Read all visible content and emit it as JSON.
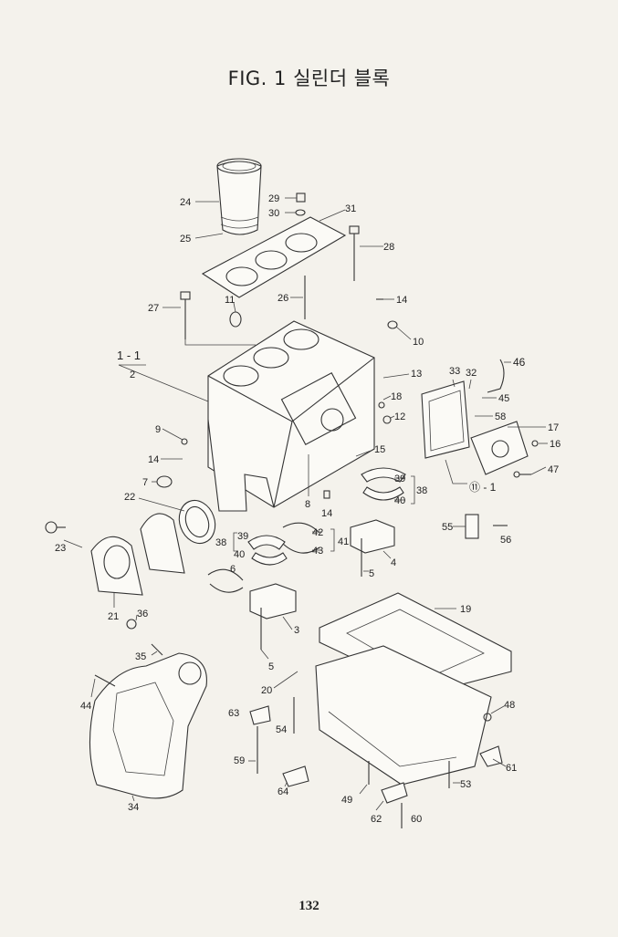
{
  "title": "FIG. 1 실린더 블록",
  "page_number": "132",
  "callouts": [
    {
      "id": "c24",
      "text": "24"
    },
    {
      "id": "c25",
      "text": "25"
    },
    {
      "id": "c29",
      "text": "29"
    },
    {
      "id": "c30",
      "text": "30"
    },
    {
      "id": "c31",
      "text": "31"
    },
    {
      "id": "c28",
      "text": "28"
    },
    {
      "id": "c11",
      "text": "11"
    },
    {
      "id": "c26",
      "text": "26"
    },
    {
      "id": "c14a",
      "text": "14"
    },
    {
      "id": "c27",
      "text": "27"
    },
    {
      "id": "c10",
      "text": "10"
    },
    {
      "id": "c1-1",
      "text": "1 - 1"
    },
    {
      "id": "c2",
      "text": "2"
    },
    {
      "id": "c13",
      "text": "13"
    },
    {
      "id": "c18",
      "text": "18"
    },
    {
      "id": "c12",
      "text": "12"
    },
    {
      "id": "c33",
      "text": "33"
    },
    {
      "id": "c32",
      "text": "32"
    },
    {
      "id": "c46",
      "text": "46"
    },
    {
      "id": "c45",
      "text": "45"
    },
    {
      "id": "c58",
      "text": "58"
    },
    {
      "id": "c17",
      "text": "17"
    },
    {
      "id": "c16",
      "text": "16"
    },
    {
      "id": "c47",
      "text": "47"
    },
    {
      "id": "c11-1",
      "text": "⑪ - 1"
    },
    {
      "id": "c9",
      "text": "9"
    },
    {
      "id": "c14b",
      "text": "14"
    },
    {
      "id": "c15",
      "text": "15"
    },
    {
      "id": "c7",
      "text": "7"
    },
    {
      "id": "c8",
      "text": "8"
    },
    {
      "id": "c14c",
      "text": "14"
    },
    {
      "id": "c39a",
      "text": "39"
    },
    {
      "id": "c40a",
      "text": "40"
    },
    {
      "id": "c38a",
      "text": "38"
    },
    {
      "id": "c22",
      "text": "22"
    },
    {
      "id": "c55",
      "text": "55"
    },
    {
      "id": "c56",
      "text": "56"
    },
    {
      "id": "c23",
      "text": "23"
    },
    {
      "id": "c39b",
      "text": "39"
    },
    {
      "id": "c38b",
      "text": "38"
    },
    {
      "id": "c40b",
      "text": "40"
    },
    {
      "id": "c42",
      "text": "42"
    },
    {
      "id": "c43",
      "text": "43"
    },
    {
      "id": "c41",
      "text": "41"
    },
    {
      "id": "c6",
      "text": "6"
    },
    {
      "id": "c4",
      "text": "4"
    },
    {
      "id": "c5a",
      "text": "5"
    },
    {
      "id": "c21",
      "text": "21"
    },
    {
      "id": "c36",
      "text": "36"
    },
    {
      "id": "c19",
      "text": "19"
    },
    {
      "id": "c3",
      "text": "3"
    },
    {
      "id": "c35",
      "text": "35"
    },
    {
      "id": "c5b",
      "text": "5"
    },
    {
      "id": "c20",
      "text": "20"
    },
    {
      "id": "c44",
      "text": "44"
    },
    {
      "id": "c48",
      "text": "48"
    },
    {
      "id": "c63",
      "text": "63"
    },
    {
      "id": "c54",
      "text": "54"
    },
    {
      "id": "c59",
      "text": "59"
    },
    {
      "id": "c61",
      "text": "61"
    },
    {
      "id": "c64",
      "text": "64"
    },
    {
      "id": "c53",
      "text": "53"
    },
    {
      "id": "c49",
      "text": "49"
    },
    {
      "id": "c34",
      "text": "34"
    },
    {
      "id": "c62",
      "text": "62"
    },
    {
      "id": "c60",
      "text": "60"
    }
  ]
}
